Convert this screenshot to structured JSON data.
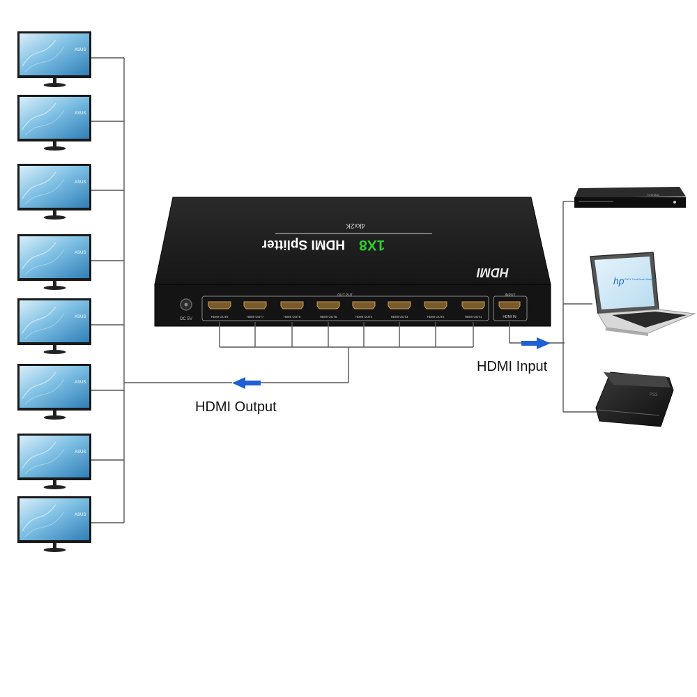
{
  "labels": {
    "output": "HDMI Output",
    "input": "HDMI Input"
  },
  "splitter": {
    "title": "HDMI Splitter",
    "model": "1X8",
    "resolution": "4kx2K",
    "brand": "HDMI",
    "out_group_label": "OUT PUT",
    "in_group_label": "INPUT",
    "power_label": "DC 5V",
    "outputs": [
      "HDMI OUT8",
      "HDMI OUT7",
      "HDMI OUT6",
      "HDMI OUT5",
      "HDMI OUT4",
      "HDMI OUT3",
      "HDMI OUT2",
      "HDMI OUT1"
    ],
    "input_port": "HDMI IN"
  },
  "monitors": {
    "count": 8,
    "brand": "ASUS"
  },
  "sources": {
    "player_brand": "TOSHIBA",
    "laptop_brand": "hp",
    "laptop_sticker": "ENVY TouchSmart Ultrabook",
    "console_brand": "PS3"
  },
  "colors": {
    "line": "#555555",
    "arrow": "#1f5fd6",
    "splitter_body": "#1c1c1c",
    "splitter_face": "#111111",
    "title_green": "#2ecc2e",
    "screen_top": "#9fd0ea",
    "screen_bottom": "#3a8fc6"
  },
  "icons": [
    "arrow-left-icon",
    "arrow-right-icon",
    "monitor-icon",
    "bluray-player-icon",
    "laptop-icon",
    "game-console-icon",
    "hdmi-port-icon"
  ]
}
